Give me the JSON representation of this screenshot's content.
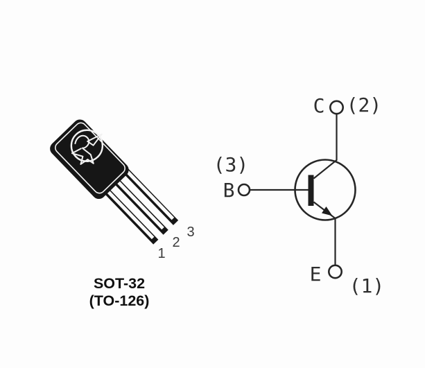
{
  "figure": {
    "left": {
      "type": "package-drawing",
      "caption": {
        "line1": "SOT-32",
        "line2": "(TO-126)"
      },
      "pin_numbers": [
        "1",
        "2",
        "3"
      ],
      "logo": "st-logo"
    },
    "right": {
      "type": "npn-transistor-symbol",
      "terminals": {
        "collector": {
          "letter": "C",
          "pin": "(2)"
        },
        "base": {
          "letter": "B",
          "pin": "(3)"
        },
        "emitter": {
          "letter": "E",
          "pin": "(1)"
        }
      }
    }
  },
  "colors": {
    "ink": "#262626",
    "package_body": "#161616",
    "background": "#fdfdfd",
    "lead_highlight": "#f5f5f5"
  }
}
